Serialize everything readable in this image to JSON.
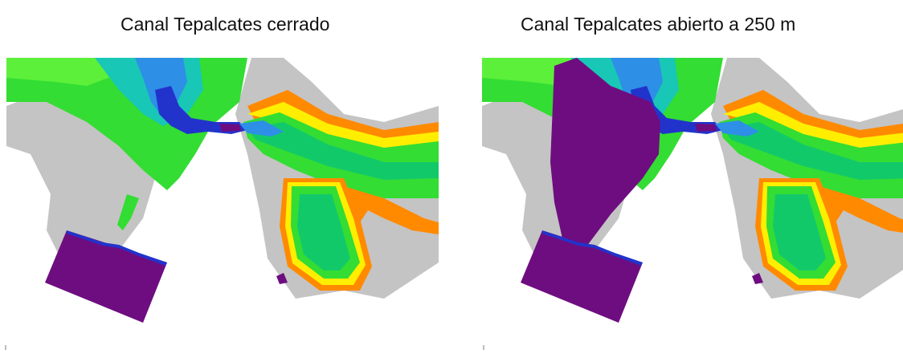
{
  "panels": [
    {
      "title": "Canal Tepalcates cerrado",
      "variant": "canal-closed"
    },
    {
      "title": "Canal Tepalcates abierto a 250 m",
      "variant": "canal-open-250m"
    }
  ],
  "colors": {
    "land": "#c4c4c4",
    "background": "#ffffff",
    "deepest": "#6e0d80",
    "blue": "#2233cc",
    "light_blue": "#2e8fe6",
    "cyan": "#18c7b6",
    "teal_green": "#12c96a",
    "green": "#33dd33",
    "bright_green": "#5cf03a",
    "yellow_green": "#c9f52a",
    "yellow": "#ffee00",
    "orange": "#ff8a00"
  }
}
